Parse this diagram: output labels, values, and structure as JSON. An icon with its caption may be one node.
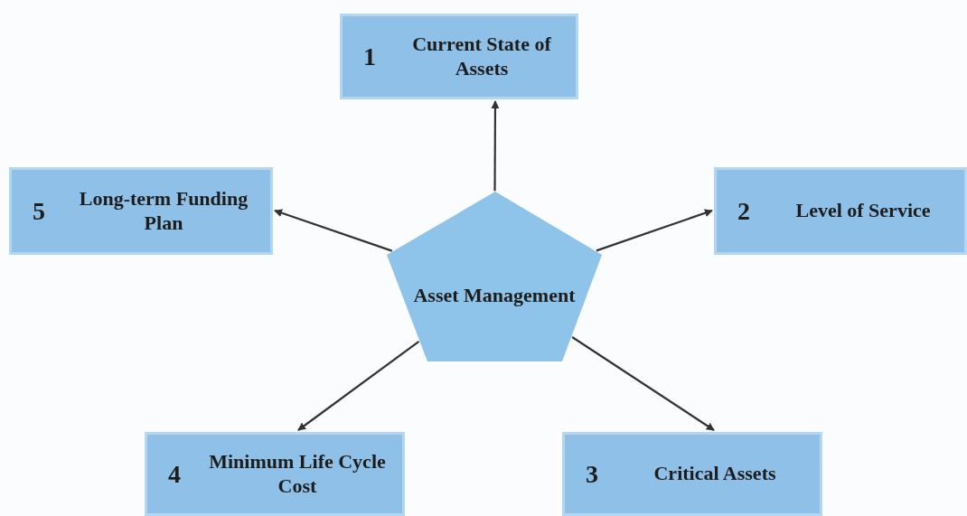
{
  "diagram": {
    "nodes": [
      {
        "text": [
          "1",
          "Current State of Assets"
        ]
      },
      {
        "text": [
          "5",
          "Long-term Funding Plan"
        ]
      },
      {
        "text": [
          "2",
          "Level of Service"
        ]
      },
      {
        "text": [
          "Asset Management"
        ]
      },
      {
        "text": [
          "4",
          "Minimum Life Cycle Cost"
        ]
      },
      {
        "text": [
          "3",
          "Critical Assets"
        ]
      }
    ],
    "edges": [
      {
        "from": 3,
        "to": 0,
        "arrow": "to"
      },
      {
        "from": 3,
        "to": 2,
        "arrow": "to"
      },
      {
        "from": 3,
        "to": 5,
        "arrow": "to"
      },
      {
        "from": 3,
        "to": 4,
        "arrow": "to"
      },
      {
        "from": 3,
        "to": 1,
        "arrow": "to"
      }
    ]
  }
}
